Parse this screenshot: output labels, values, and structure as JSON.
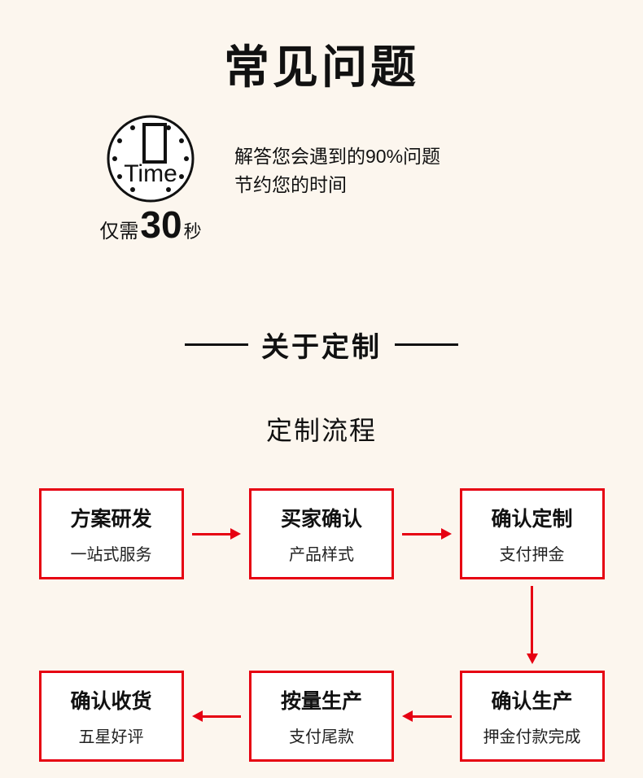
{
  "page": {
    "background": "#fcf6ee",
    "title": "常见问题"
  },
  "intro": {
    "clock_icon_label": "Time",
    "duration_prefix": "仅需",
    "duration_number": "30",
    "duration_unit": "秒",
    "desc_line1": "解答您会遇到的90%问题",
    "desc_line2": "节约您的时间"
  },
  "custom_section": {
    "heading": "关于定制",
    "process_title": "定制流程",
    "accent_color": "#e60012",
    "steps": [
      {
        "title": "方案研发",
        "subtitle": "一站式服务"
      },
      {
        "title": "买家确认",
        "subtitle": "产品样式"
      },
      {
        "title": "确认定制",
        "subtitle": "支付押金"
      },
      {
        "title": "确认生产",
        "subtitle": "押金付款完成"
      },
      {
        "title": "按量生产",
        "subtitle": "支付尾款"
      },
      {
        "title": "确认收货",
        "subtitle": "五星好评"
      }
    ]
  }
}
